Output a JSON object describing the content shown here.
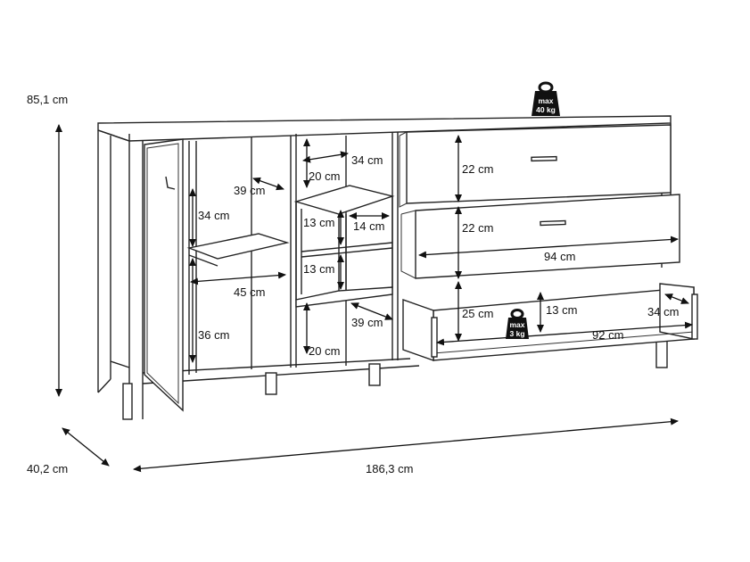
{
  "dimensions": {
    "height": "85,1 cm",
    "depth": "40,2 cm",
    "width": "186,3 cm"
  },
  "inner_measurements": {
    "door_shelf_depth": "39 cm",
    "door_upper_height": "34 cm",
    "door_shelf_width": "45 cm",
    "door_lower_height": "36 cm",
    "mid_top_width": "34 cm",
    "mid_top_height": "20 cm",
    "mid_box_height_upper": "13 cm",
    "mid_box_width": "14 cm",
    "mid_box_height_lower": "13 cm",
    "mid_bottom_depth": "39 cm",
    "mid_bottom_height": "20 cm",
    "drawer1_height": "22 cm",
    "drawer2_height": "22 cm",
    "drawer_width": "94 cm",
    "drawer3_height": "25 cm",
    "drawer_inner_height": "13 cm",
    "drawer_inner_depth": "34 cm",
    "drawer_inner_width": "92 cm"
  },
  "weights": {
    "top": {
      "prefix": "max",
      "value": "40 kg"
    },
    "drawer": {
      "prefix": "max",
      "value": "3 kg"
    }
  },
  "colors": {
    "line": "#222222",
    "background": "#ffffff",
    "weight_badge": "#111111"
  },
  "icons": [
    "arrow-icon",
    "weight-icon"
  ]
}
